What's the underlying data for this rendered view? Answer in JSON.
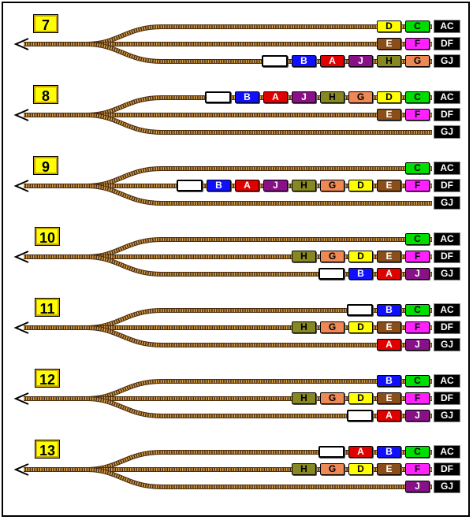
{
  "colors": {
    "A": "#e00000",
    "B": "#1010ff",
    "C": "#00dd00",
    "D": "#ffff00",
    "E": "#8a4e1a",
    "F": "#ff22ff",
    "G": "#ee8855",
    "H": "#888822",
    "J": "#881188",
    "engine": "#ffffff",
    "step_label": "#ffff00",
    "rail_dark": "#4a2e10",
    "rail_tie": "#d8a04a"
  },
  "track_labels": [
    "AC",
    "DF",
    "GJ"
  ],
  "steps": [
    {
      "label": "7",
      "tracks": [
        [
          "D",
          "C"
        ],
        [
          "E",
          "F"
        ],
        [
          "engine",
          "B",
          "A",
          "J",
          "H",
          "G"
        ]
      ]
    },
    {
      "label": "8",
      "tracks": [
        [
          "engine",
          "B",
          "A",
          "J",
          "H",
          "G",
          "D",
          "C"
        ],
        [
          "E",
          "F"
        ],
        []
      ]
    },
    {
      "label": "9",
      "tracks": [
        [
          "C"
        ],
        [
          "engine",
          "B",
          "A",
          "J",
          "H",
          "G",
          "D",
          "E",
          "F"
        ],
        []
      ]
    },
    {
      "label": "10",
      "tracks": [
        [
          "C"
        ],
        [
          "H",
          "G",
          "D",
          "E",
          "F"
        ],
        [
          "engine",
          "B",
          "A",
          "J"
        ]
      ]
    },
    {
      "label": "11",
      "tracks": [
        [
          "engine",
          "B",
          "C"
        ],
        [
          "H",
          "G",
          "D",
          "E",
          "F"
        ],
        [
          "A",
          "J"
        ]
      ]
    },
    {
      "label": "12",
      "tracks": [
        [
          "B",
          "C"
        ],
        [
          "H",
          "G",
          "D",
          "E",
          "F"
        ],
        [
          "engine",
          "A",
          "J"
        ]
      ]
    },
    {
      "label": "13",
      "tracks": [
        [
          "engine",
          "A",
          "B",
          "C"
        ],
        [
          "H",
          "G",
          "D",
          "E",
          "F"
        ],
        [
          "J"
        ]
      ]
    }
  ]
}
